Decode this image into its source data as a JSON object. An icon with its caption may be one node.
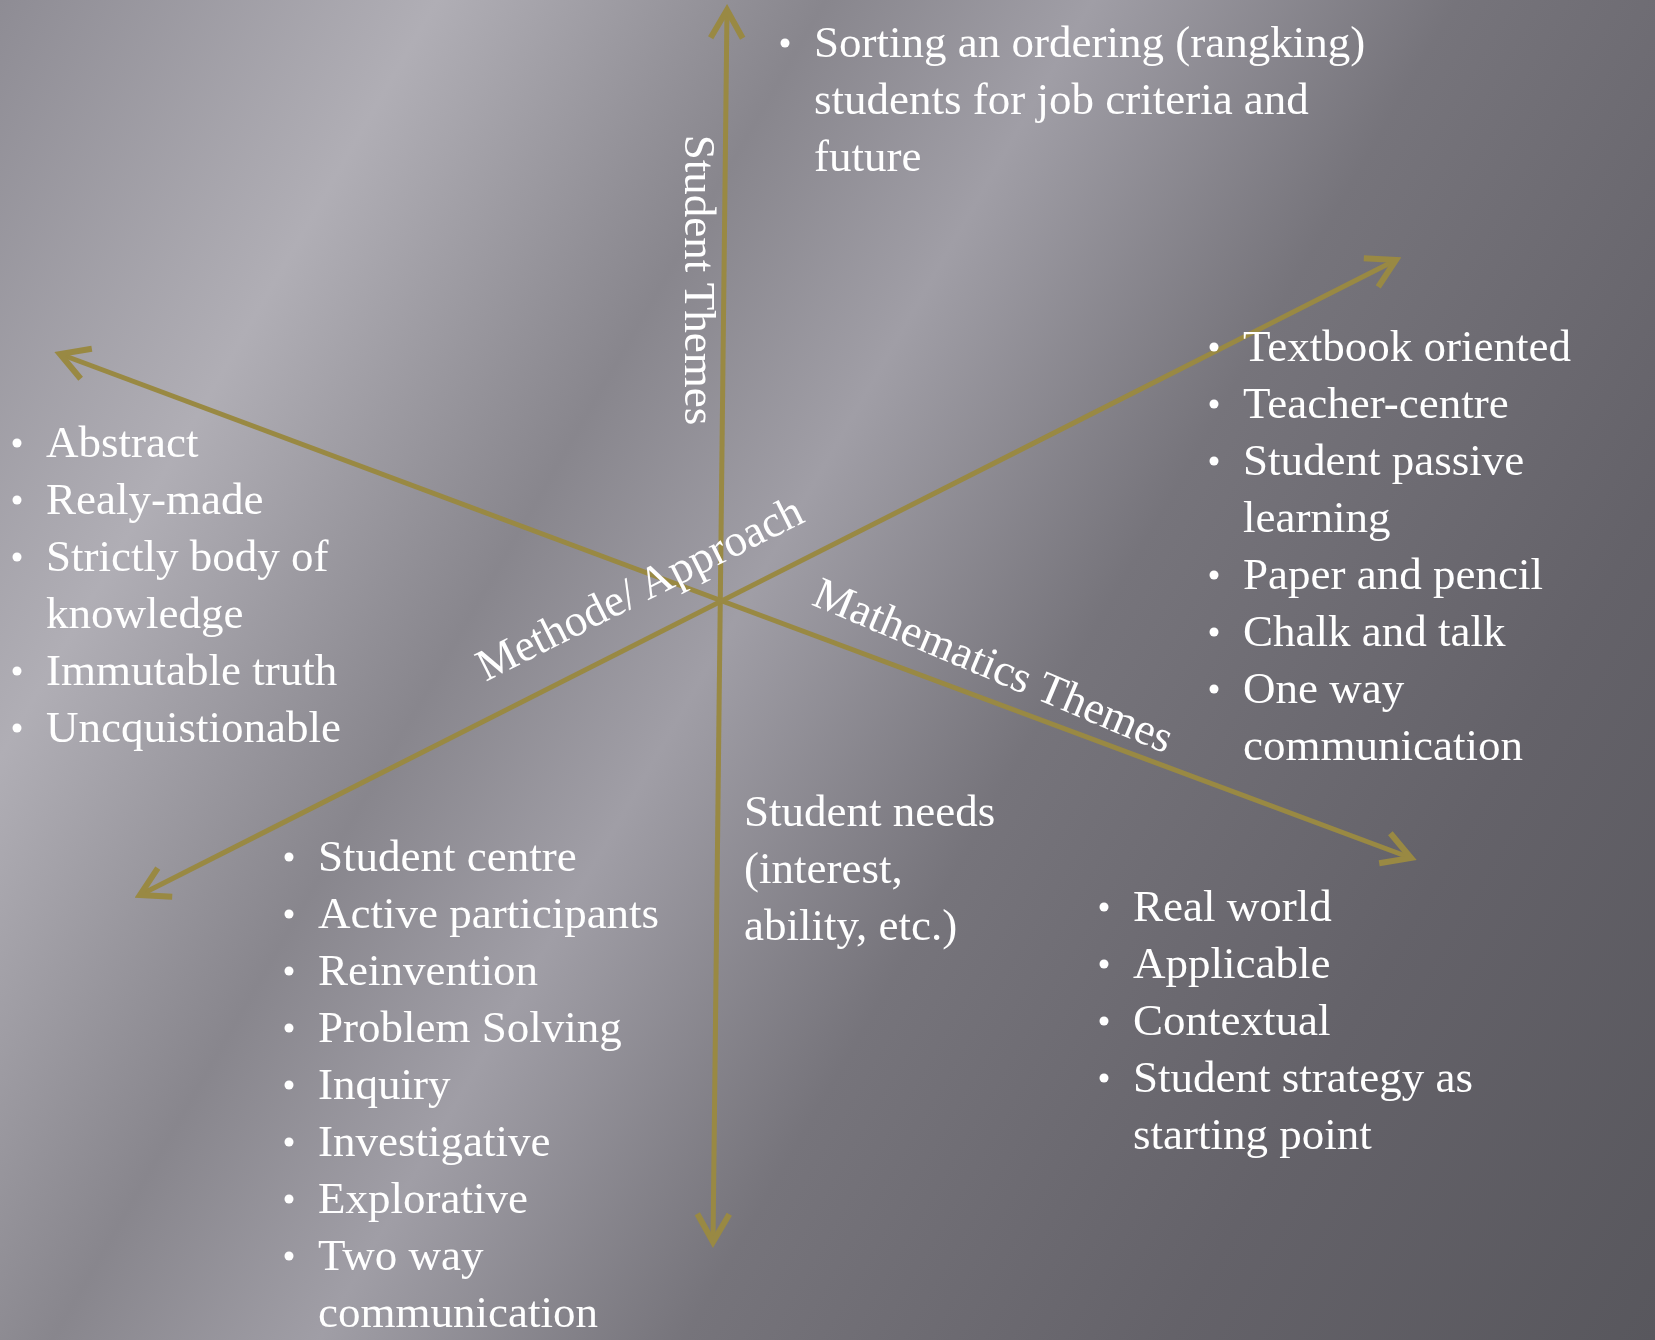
{
  "diagram": {
    "labels": [
      "Sorting an ordering (rangking) students for job criteria and future",
      "Student Themes",
      "Abstract",
      "Realy-made",
      "Strictly body of knowledge",
      "Immutable truth",
      "Uncquistionable",
      "Methode/ Approach",
      "Mathematics Themes",
      "Textbook oriented",
      "Teacher-centre",
      "Student passive learning",
      "Paper and pencil",
      "Chalk and talk",
      "One way communication",
      "Student centre",
      "Active participants",
      "Reinvention",
      "Problem Solving",
      "Inquiry",
      "Investigative",
      "Explorative",
      "Two way communication",
      "Student needs (interest, ability, etc.)",
      "Real world",
      "Applicable",
      "Contextual",
      "Student strategy as starting point"
    ]
  }
}
